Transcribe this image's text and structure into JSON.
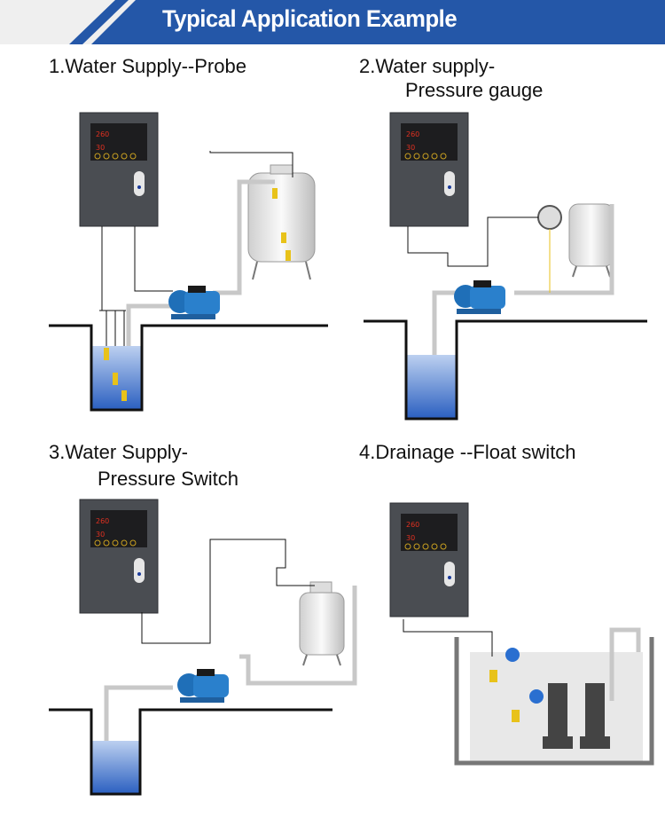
{
  "header": {
    "title": "Typical Application Example",
    "accent_color": "#2457a8"
  },
  "sections": [
    {
      "title_line1": "1.Water Supply--Probe",
      "title_line2": ""
    },
    {
      "title_line1": "2.Water supply-",
      "title_line2": "Pressure gauge"
    },
    {
      "title_line1": "3.Water Supply-",
      "title_line2": "Pressure Switch"
    },
    {
      "title_line1": "4.Drainage --Float switch",
      "title_line2": ""
    }
  ],
  "colors": {
    "water": "#2a5fc0",
    "panel": "#4a4d52",
    "pump": "#1f6fb8",
    "pipe": "#c8c8c8",
    "flow_arrow": "#e03020"
  }
}
